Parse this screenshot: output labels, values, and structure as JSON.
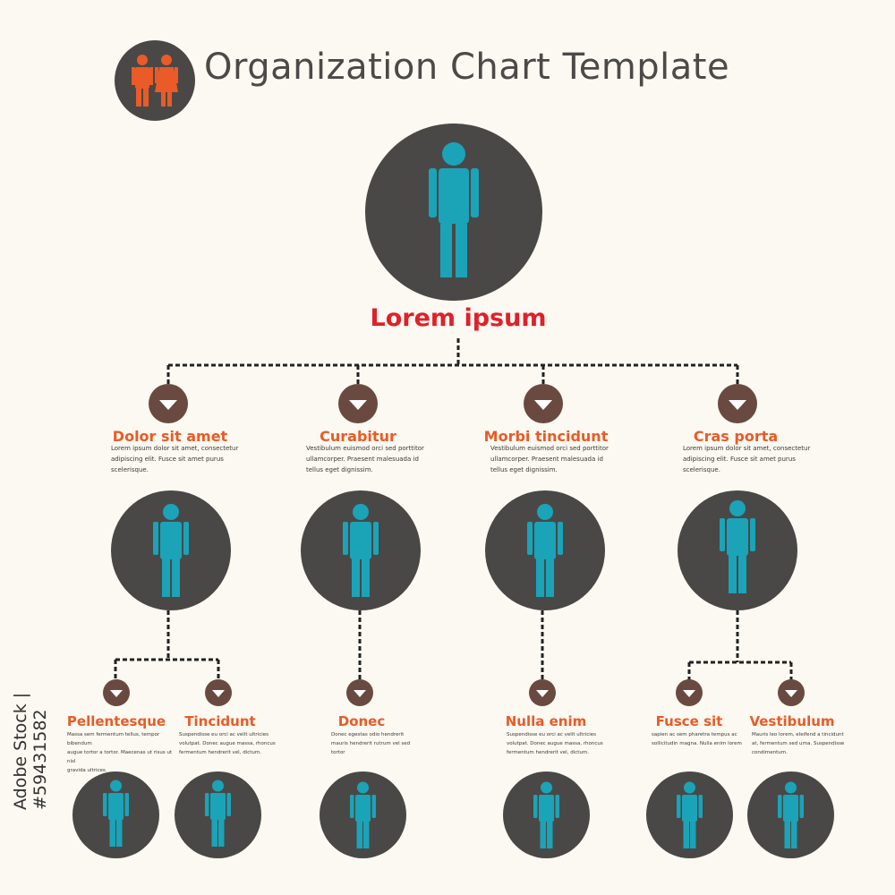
{
  "header": {
    "title": "Organization Chart Template"
  },
  "root": {
    "label": "Lorem ipsum"
  },
  "level1": [
    {
      "title": "Dolor sit amet",
      "desc": [
        "Lorem ipsum dolor sit amet, consectetur",
        "adipiscing elit. Fusce sit amet purus",
        "scelerisque."
      ]
    },
    {
      "title": "Curabitur",
      "desc": [
        "Vestibulum euismod orci sed porttitor",
        "ullamcorper. Praesent malesuada id",
        "tellus eget dignissim."
      ]
    },
    {
      "title": "Morbi tincidunt",
      "desc": [
        "Vestibulum euismod orci sed porttitor",
        "ullamcorper. Praesent malesuada id",
        "tellus eget dignissim."
      ]
    },
    {
      "title": "Cras porta",
      "desc": [
        "Lorem ipsum dolor sit amet, consectetur",
        "adipiscing elit. Fusce sit amet purus",
        "scelerisque."
      ]
    }
  ],
  "level2": [
    {
      "title": "Pellentesque",
      "desc": [
        "Massa sem fermentum tellus, tempor bibendum",
        "augue tortor a tortor. Maecenas ut risus ut nisl",
        "gravida ultrices."
      ]
    },
    {
      "title": "Tincidunt",
      "desc": [
        "Suspendisse eu orci ac velit ultricies",
        "volutpat. Donec augue massa, rhoncus",
        "fermentum hendrerit vel, dictum."
      ]
    },
    {
      "title": "Donec",
      "desc": [
        "Donec egestas odio hendrerit",
        "mauris hendrerit rutrum vel sed",
        "tortor"
      ]
    },
    {
      "title": "Nulla enim",
      "desc": [
        "Suspendisse eu orci ac velit ultricies",
        "volutpat. Donec augue massa, rhoncus",
        "fermentum hendrerit vel, dictum."
      ]
    },
    {
      "title": "Fusce sit",
      "desc": [
        "sapien ac sem pharetra tempus ac",
        "sollicitudin magna. Nulla enim lorem"
      ]
    },
    {
      "title": "Vestibulum",
      "desc": [
        "Mauris leo lorem, eleifend a tincidunt",
        "at, fermentum sed urna. Suspendisse",
        "condimentum."
      ]
    }
  ],
  "watermark": {
    "stock_id": "#59431582",
    "stock_prefix": "Adobe Stock |"
  },
  "colors": {
    "background": "#fbf9f1",
    "circle": "#4a4846",
    "person": "#1ba3b8",
    "accent_red": "#e0202a",
    "accent_orange": "#ea5b27",
    "arrow_circle": "#6a4a40",
    "logo_person": "#ea5b27"
  },
  "icons": {
    "person": "person-icon",
    "arrow": "down-arrow-icon",
    "logo": "couple-icon"
  }
}
